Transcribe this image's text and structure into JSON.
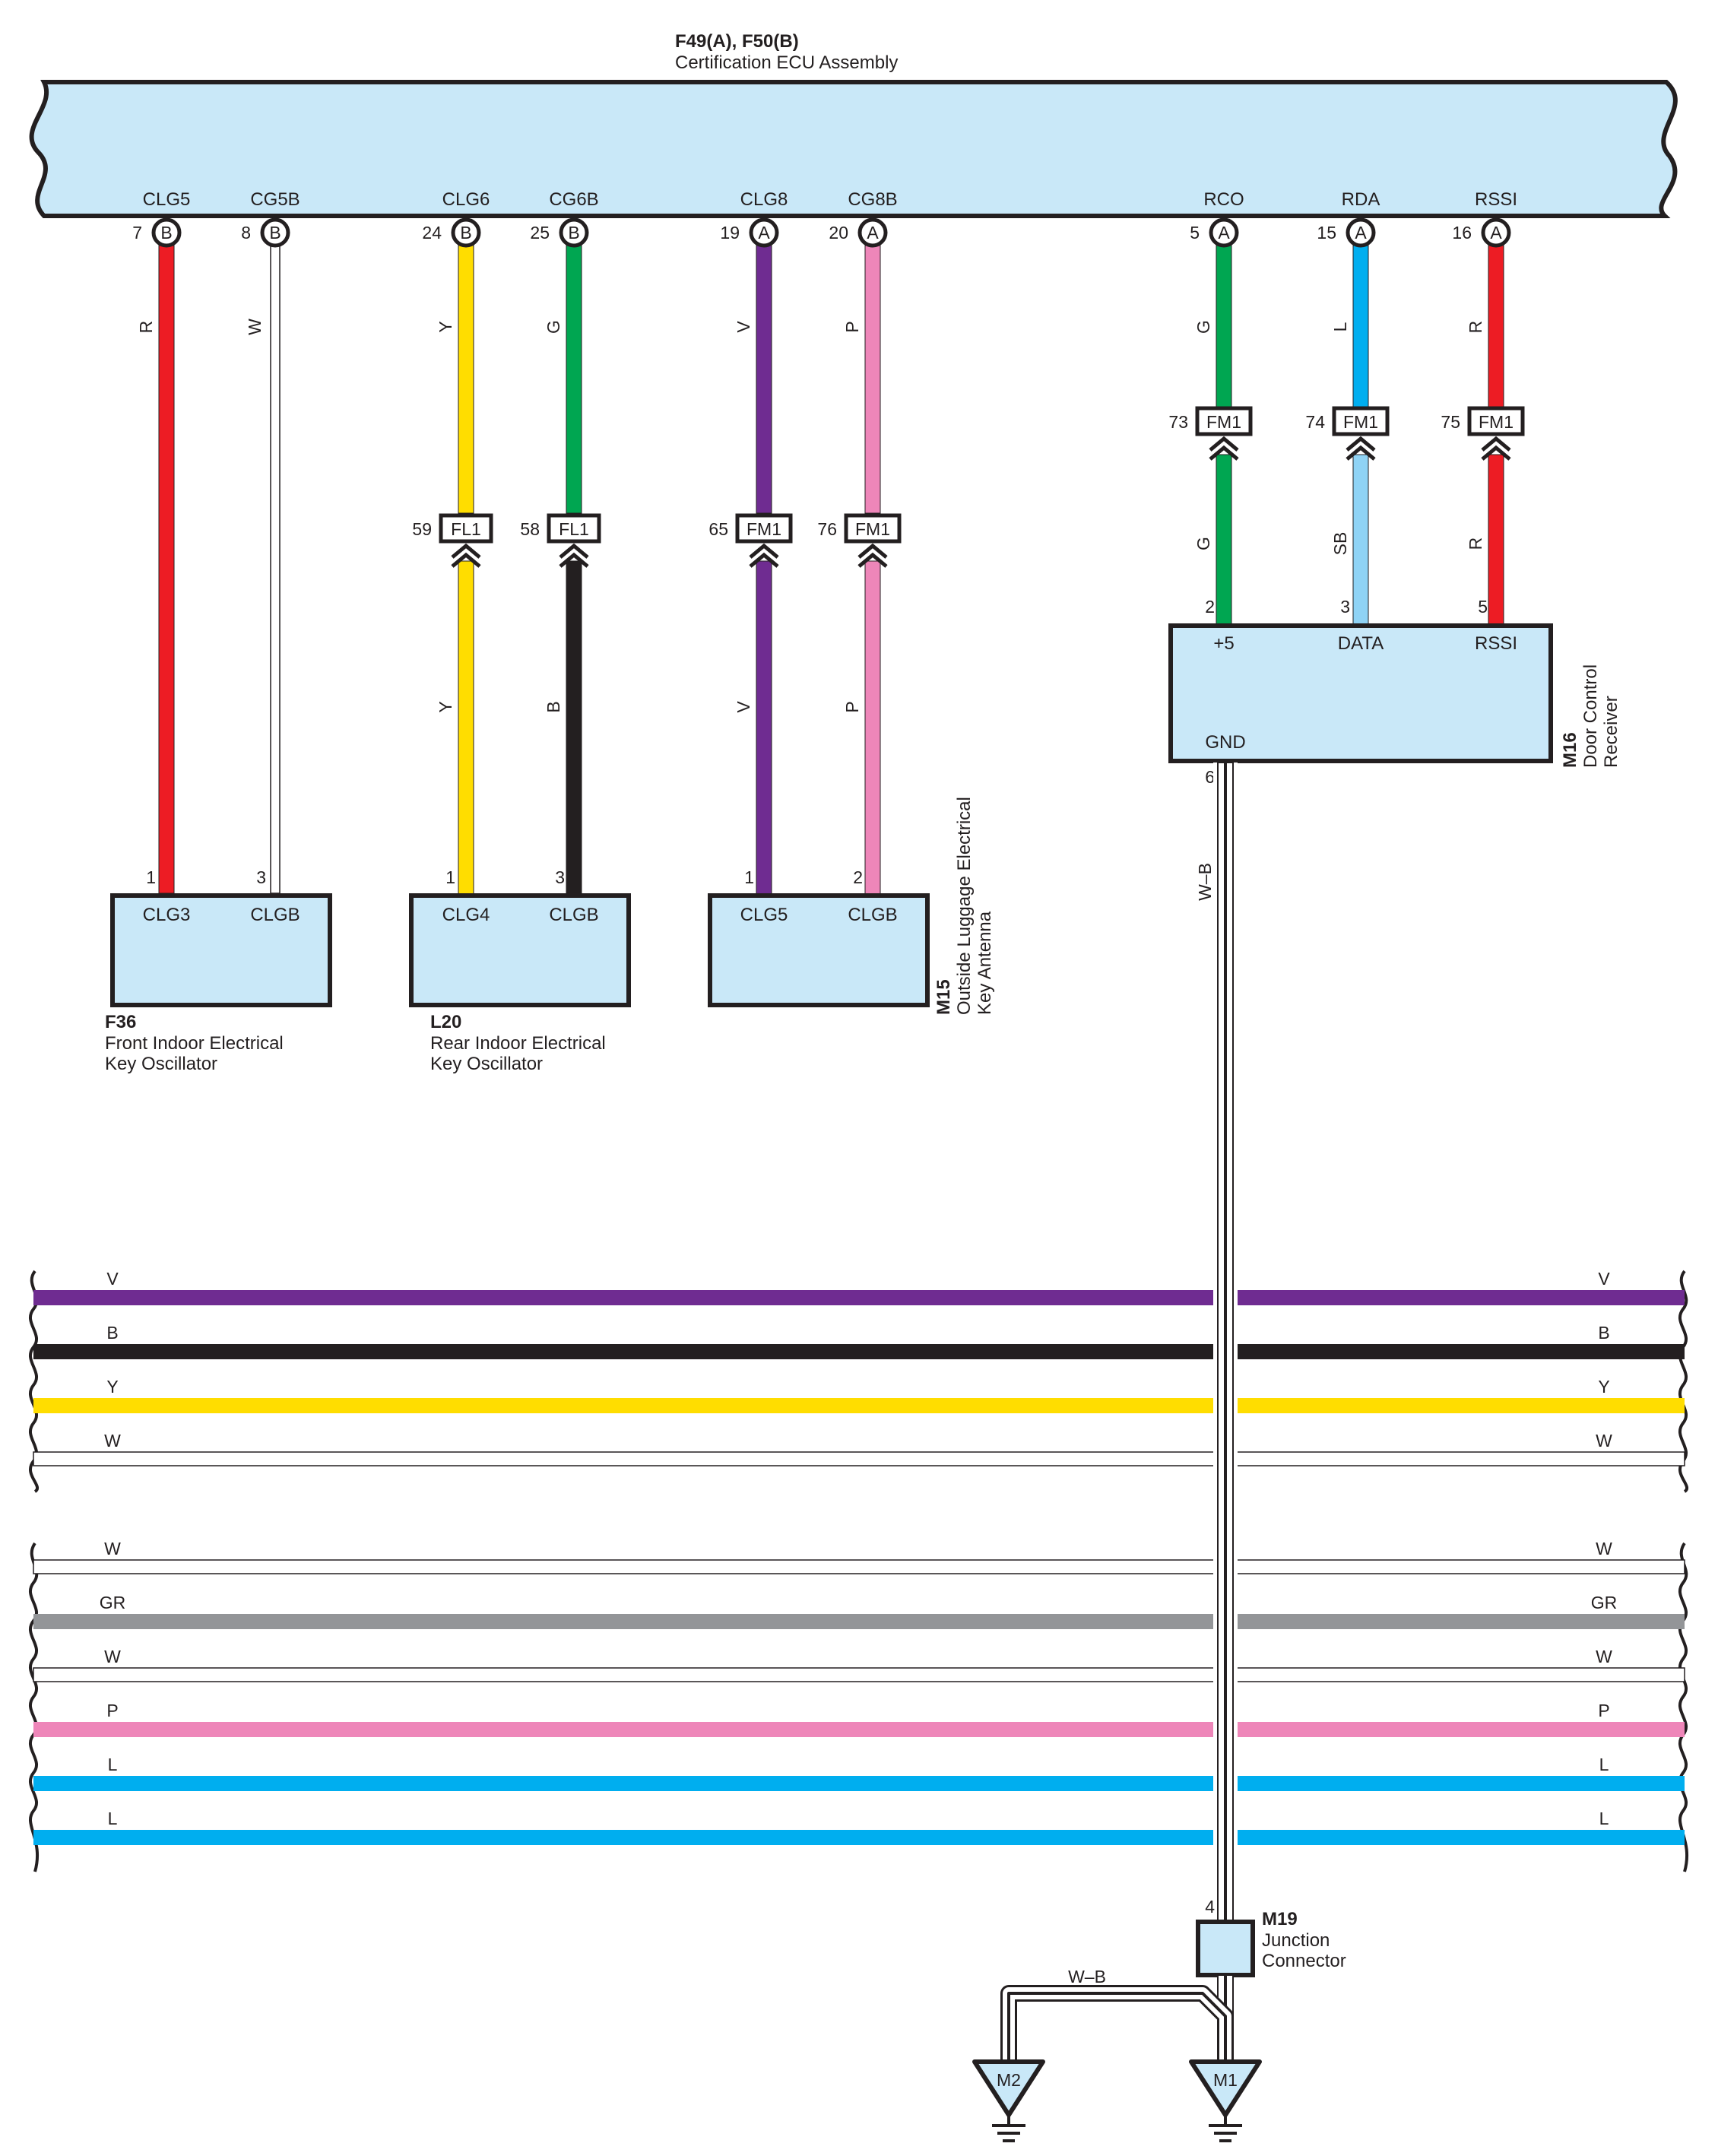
{
  "ecu": {
    "connector_label": "F49(A), F50(B)",
    "name": "Certification ECU Assembly",
    "fill_color": "#c9e8f8",
    "terminals": [
      {
        "name": "CLG5",
        "pin": "7",
        "conn": "B",
        "wire": "R"
      },
      {
        "name": "CG5B",
        "pin": "8",
        "conn": "B",
        "wire": "W"
      },
      {
        "name": "CLG6",
        "pin": "24",
        "conn": "B",
        "wire": "Y"
      },
      {
        "name": "CG6B",
        "pin": "25",
        "conn": "B",
        "wire": "G"
      },
      {
        "name": "CLG8",
        "pin": "19",
        "conn": "A",
        "wire": "V"
      },
      {
        "name": "CG8B",
        "pin": "20",
        "conn": "A",
        "wire": "P"
      },
      {
        "name": "RCO",
        "pin": "5",
        "conn": "A",
        "wire": "G"
      },
      {
        "name": "RDA",
        "pin": "15",
        "conn": "A",
        "wire": "L"
      },
      {
        "name": "RSSI",
        "pin": "16",
        "conn": "A",
        "wire": "R"
      }
    ]
  },
  "junctions": [
    {
      "pin": "59",
      "label": "FL1",
      "lower_wire": "Y"
    },
    {
      "pin": "58",
      "label": "FL1",
      "lower_wire": "B"
    },
    {
      "pin": "65",
      "label": "FM1",
      "lower_wire": "V"
    },
    {
      "pin": "76",
      "label": "FM1",
      "lower_wire": "P"
    },
    {
      "pin": "73",
      "label": "FM1",
      "lower_wire": "G"
    },
    {
      "pin": "74",
      "label": "FM1",
      "lower_wire": "SB"
    },
    {
      "pin": "75",
      "label": "FM1",
      "lower_wire": "R"
    }
  ],
  "components": [
    {
      "code": "F36",
      "line1": "Front Indoor Electrical",
      "line2": "Key Oscillator",
      "t1": "CLG3",
      "t2": "CLGB",
      "p1": "1",
      "p2": "3"
    },
    {
      "code": "L20",
      "line1": "Rear Indoor Electrical",
      "line2": "Key Oscillator",
      "t1": "CLG4",
      "t2": "CLGB",
      "p1": "1",
      "p2": "3"
    },
    {
      "code": "M15",
      "line1": "Outside Luggage Electrical",
      "line2": "Key Antenna",
      "t1": "CLG5",
      "t2": "CLGB",
      "p1": "1",
      "p2": "2"
    }
  ],
  "receiver": {
    "code": "M16",
    "line1": "Door Control",
    "line2": "Receiver",
    "terminals": [
      {
        "name": "+5",
        "pin": "2"
      },
      {
        "name": "DATA",
        "pin": "3"
      },
      {
        "name": "RSSI",
        "pin": "5"
      }
    ],
    "gnd": {
      "name": "GND",
      "pin": "6",
      "wire": "W–B"
    }
  },
  "passthrough": {
    "group1": [
      {
        "code": "V",
        "color": "#6f2c91"
      },
      {
        "code": "B",
        "color": "#231f20"
      },
      {
        "code": "Y",
        "color": "#ffdd00"
      },
      {
        "code": "W",
        "color": "#ffffff"
      }
    ],
    "group2": [
      {
        "code": "W",
        "color": "#ffffff"
      },
      {
        "code": "GR",
        "color": "#939598"
      },
      {
        "code": "W",
        "color": "#ffffff"
      },
      {
        "code": "P",
        "color": "#ee86b9"
      },
      {
        "code": "L",
        "color": "#00aeef"
      },
      {
        "code": "L",
        "color": "#00aeef"
      }
    ]
  },
  "junction_connector": {
    "code": "M19",
    "line1": "Junction",
    "line2": "Connector",
    "pin": "4"
  },
  "ground": {
    "wire": "W–B",
    "points": [
      "M2",
      "M1"
    ]
  },
  "wire_colors": {
    "R": "#ed1c24",
    "W": "#ffffff",
    "Y": "#ffdd00",
    "G": "#00a651",
    "V": "#6f2c91",
    "P": "#ee86b9",
    "L": "#00aeef",
    "SB": "#8fd3f5",
    "B": "#231f20",
    "GR": "#939598"
  }
}
